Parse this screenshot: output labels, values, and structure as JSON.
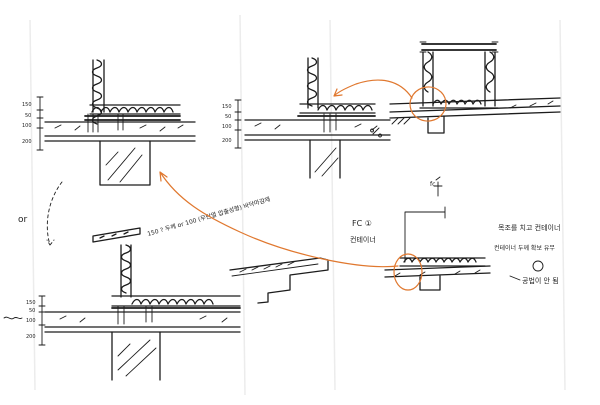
{
  "sheet": {
    "background": "#ffffff",
    "ink_color": "#1c1c1c",
    "accent_color": "#e0782f"
  },
  "detail_1": {
    "dims": [
      "150",
      "50",
      "100",
      "200"
    ]
  },
  "detail_2": {
    "dims": [
      "150",
      "50",
      "100",
      "200"
    ]
  },
  "detail_4": {
    "dims": [
      "150",
      "50",
      "100",
      "200"
    ]
  },
  "labels": {
    "or_mark": "or",
    "note_slab": "150 ? 두께 or 100 (무단열 압출성형) 바닥마감재",
    "note_fc": "FC ①",
    "note_container": "컨테이너",
    "note_right_1": "목조를 치고 컨테이너",
    "note_right_2": "컨테이너 두께 확보 유무",
    "note_right_3": "공법이 안 됨",
    "top_mark": "fc"
  },
  "icons": {
    "arrow_1": "curved-arrow-icon",
    "arrow_2": "curved-arrow-icon",
    "circle": "highlight-circle-icon"
  }
}
